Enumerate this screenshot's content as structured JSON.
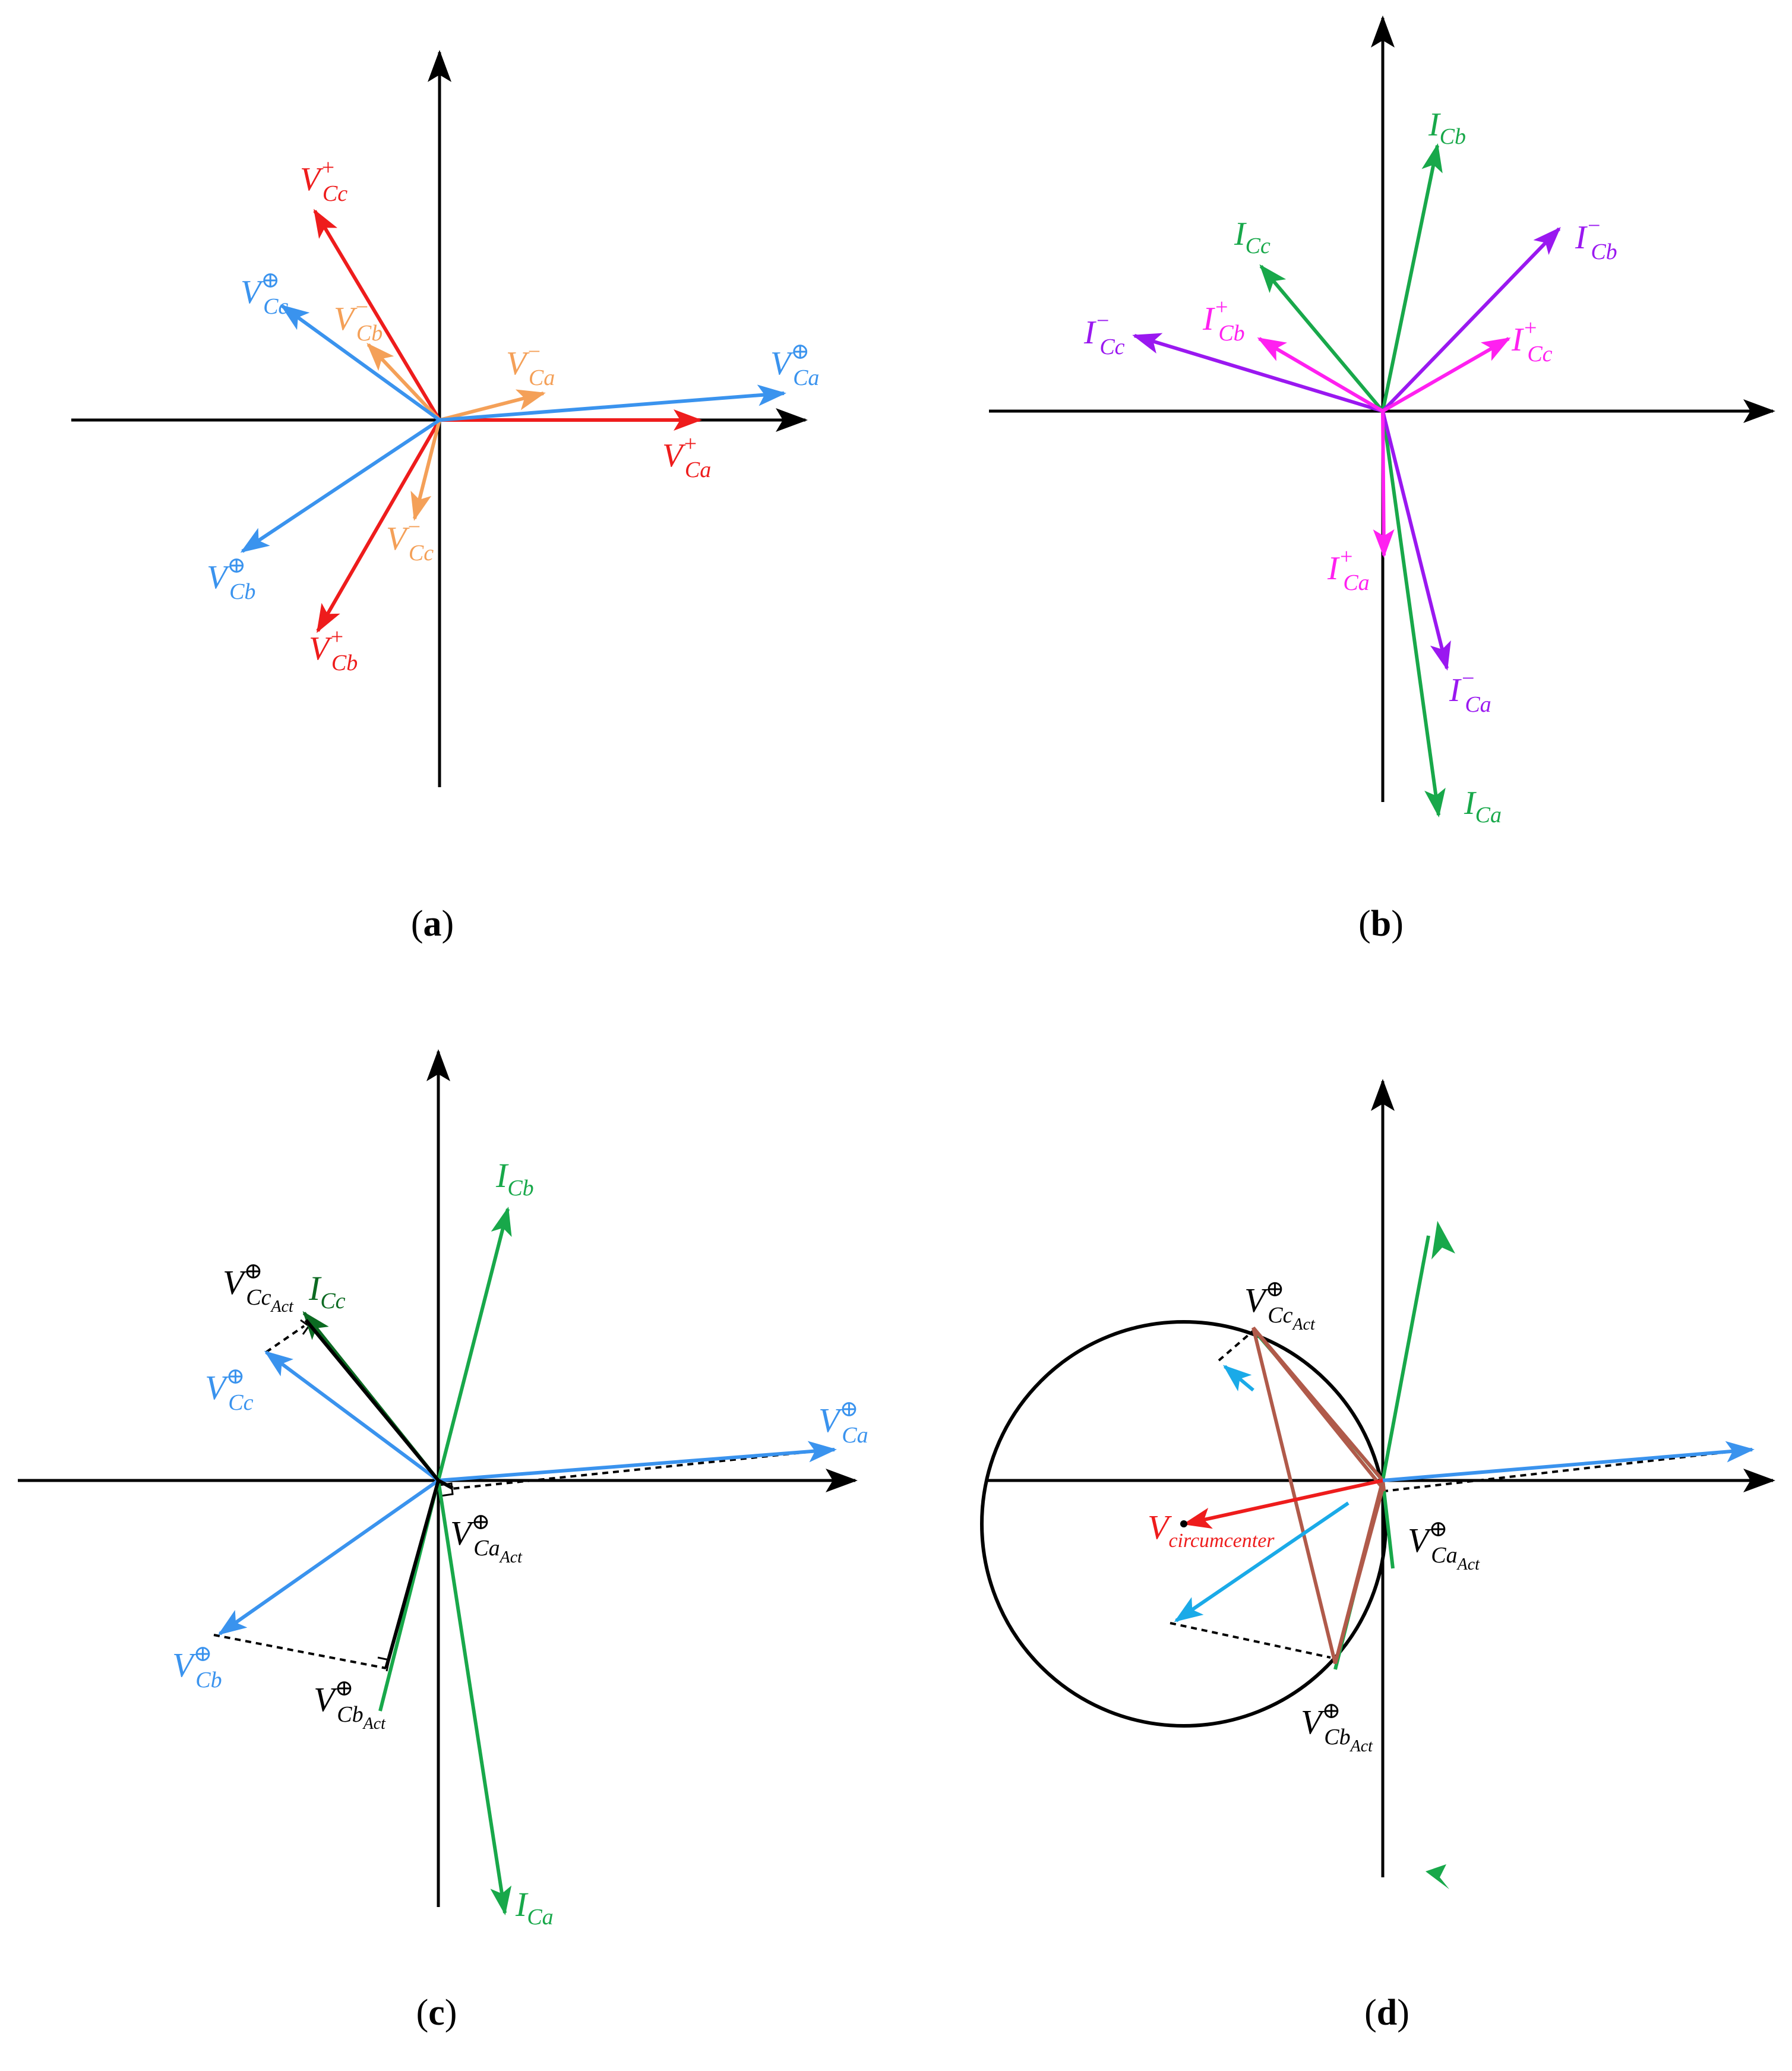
{
  "colors": {
    "axis": "#000000",
    "red": "#ee1c1c",
    "blue": "#3a93ee",
    "orange": "#f4a058",
    "green": "#18a84a",
    "dark_green": "#0c6a22",
    "purple": "#9a18f0",
    "magenta": "#ff20f0",
    "brown": "#b05a4a",
    "cyan": "#1aaae8",
    "black": "#000000"
  },
  "panels": [
    {
      "id": "a",
      "caption_open": "(",
      "caption_letter": "a",
      "caption_close": ")",
      "vectors": [
        {
          "id": "V_Ca_plus",
          "color": "red",
          "base": "V",
          "sub": "Ca",
          "sup": "+"
        },
        {
          "id": "V_Cb_plus",
          "color": "red",
          "base": "V",
          "sub": "Cb",
          "sup": "+"
        },
        {
          "id": "V_Cc_plus",
          "color": "red",
          "base": "V",
          "sub": "Cc",
          "sup": "+"
        },
        {
          "id": "V_Ca_minus",
          "color": "orange",
          "base": "V",
          "sub": "Ca",
          "sup": "−"
        },
        {
          "id": "V_Cb_minus",
          "color": "orange",
          "base": "V",
          "sub": "Cb",
          "sup": "−"
        },
        {
          "id": "V_Cc_minus",
          "color": "orange",
          "base": "V",
          "sub": "Cc",
          "sup": "−"
        },
        {
          "id": "V_Ca_oplus",
          "color": "blue",
          "base": "V",
          "sub": "Ca",
          "sup": "⊕"
        },
        {
          "id": "V_Cb_oplus",
          "color": "blue",
          "base": "V",
          "sub": "Cb",
          "sup": "⊕"
        },
        {
          "id": "V_Cc_oplus",
          "color": "blue",
          "base": "V",
          "sub": "Cc",
          "sup": "⊕"
        }
      ]
    },
    {
      "id": "b",
      "caption_open": "(",
      "caption_letter": "b",
      "caption_close": ")",
      "vectors": [
        {
          "id": "I_Ca",
          "color": "green",
          "base": "I",
          "sub": "Ca",
          "sup": ""
        },
        {
          "id": "I_Cb",
          "color": "green",
          "base": "I",
          "sub": "Cb",
          "sup": ""
        },
        {
          "id": "I_Cc",
          "color": "green",
          "base": "I",
          "sub": "Cc",
          "sup": ""
        },
        {
          "id": "I_Ca_minus",
          "color": "purple",
          "base": "I",
          "sub": "Ca",
          "sup": "−"
        },
        {
          "id": "I_Cb_minus",
          "color": "purple",
          "base": "I",
          "sub": "Cb",
          "sup": "−"
        },
        {
          "id": "I_Cc_minus",
          "color": "purple",
          "base": "I",
          "sub": "Cc",
          "sup": "−"
        },
        {
          "id": "I_Ca_plus",
          "color": "magenta",
          "base": "I",
          "sub": "Ca",
          "sup": "+"
        },
        {
          "id": "I_Cb_plus",
          "color": "magenta",
          "base": "I",
          "sub": "Cb",
          "sup": "+"
        },
        {
          "id": "I_Cc_plus",
          "color": "magenta",
          "base": "I",
          "sub": "Cc",
          "sup": "+"
        }
      ]
    },
    {
      "id": "c",
      "caption_open": "(",
      "caption_letter": "c",
      "caption_close": ")",
      "vectors": [
        {
          "id": "I_Ca",
          "color": "green",
          "base": "I",
          "sub": "Ca",
          "sup": ""
        },
        {
          "id": "I_Cb",
          "color": "green",
          "base": "I",
          "sub": "Cb",
          "sup": ""
        },
        {
          "id": "I_Cc",
          "color": "dark_green",
          "base": "I",
          "sub": "Cc",
          "sup": ""
        },
        {
          "id": "V_Ca_oplus",
          "color": "blue",
          "base": "V",
          "sub": "Ca",
          "sup": "⊕"
        },
        {
          "id": "V_Cb_oplus",
          "color": "blue",
          "base": "V",
          "sub": "Cb",
          "sup": "⊕"
        },
        {
          "id": "V_Cc_oplus",
          "color": "blue",
          "base": "V",
          "sub": "Cc",
          "sup": "⊕"
        },
        {
          "id": "V_Ca_act",
          "color": "black",
          "base": "V",
          "sub": "Ca",
          "subsub": "Act",
          "sup": "⊕"
        },
        {
          "id": "V_Cb_act",
          "color": "black",
          "base": "V",
          "sub": "Cb",
          "subsub": "Act",
          "sup": "⊕"
        },
        {
          "id": "V_Cc_act",
          "color": "black",
          "base": "V",
          "sub": "Cc",
          "subsub": "Act",
          "sup": "⊕"
        }
      ]
    },
    {
      "id": "d",
      "caption_open": "(",
      "caption_letter": "d",
      "caption_close": ")",
      "vectors": [
        {
          "id": "V_circ",
          "color": "red",
          "base": "V",
          "sub": "circumcenter",
          "sup": ""
        },
        {
          "id": "V_Ca_act",
          "color": "black",
          "base": "V",
          "sub": "Ca",
          "subsub": "Act",
          "sup": "⊕"
        },
        {
          "id": "V_Cb_act",
          "color": "black",
          "base": "V",
          "sub": "Cb",
          "subsub": "Act",
          "sup": "⊕"
        },
        {
          "id": "V_Cc_act",
          "color": "black",
          "base": "V",
          "sub": "Cc",
          "subsub": "Act",
          "sup": "⊕"
        }
      ]
    }
  ]
}
